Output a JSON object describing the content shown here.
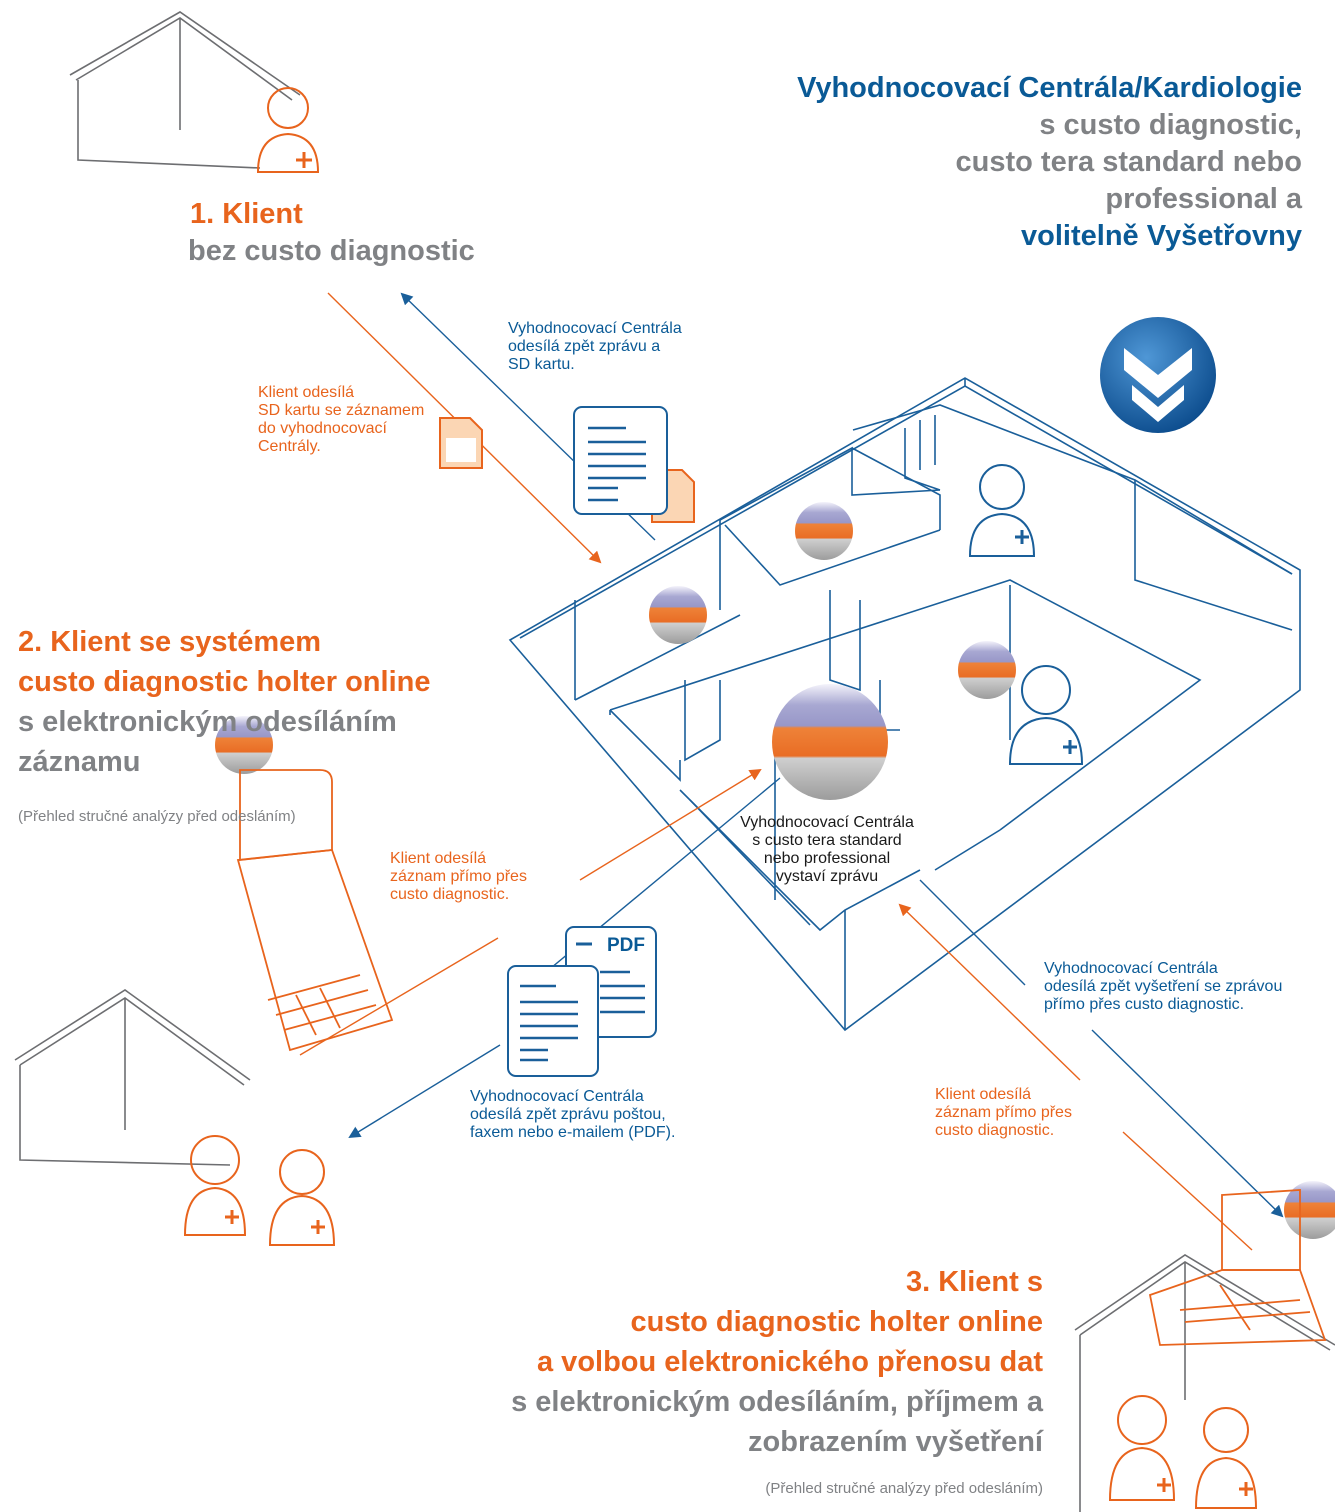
{
  "colors": {
    "orange": "#e8641d",
    "blue": "#0a5a96",
    "grey": "#808285",
    "light_orange": "#fbd6b4",
    "building_line": "#1a5f9a"
  },
  "icons": [
    "house-icon",
    "doctor-icon",
    "sd-card-icon",
    "document-icon",
    "pdf-document-icon",
    "laptop-icon",
    "custo-sphere-icon",
    "custo-logo-icon"
  ],
  "centrala": {
    "title": "Vyhodnocovací Centrála/Kardiologie",
    "line1": "s custo diagnostic,",
    "line2": "custo tera standard nebo",
    "line3": "professional a",
    "line4": "volitelně Vyšetřovny"
  },
  "client1": {
    "title": "1. Klient",
    "subtitle": "bez custo diagnostic"
  },
  "client2": {
    "title1": "2. Klient se systémem",
    "title2": "custo diagnostic holter online",
    "sub1": "s elektronickým odesíláním",
    "sub2": "záznamu",
    "note": "(Přehled stručné analýzy před odesláním)"
  },
  "client3": {
    "title1": "3. Klient s",
    "title2": "custo diagnostic holter online",
    "title3": "a volbou elektronického přenosu dat",
    "sub1": "s elektronickým odesíláním, příjmem a",
    "sub2": "zobrazením vyšetření",
    "note": "(Přehled stručné analýzy před odesláním)"
  },
  "labels": {
    "centrala_sends_sd": [
      "Vyhodnocovací Centrála",
      "odesílá zpět zprávu a",
      "SD kartu."
    ],
    "client_sends_sd": [
      "Klient odesílá",
      "SD kartu se záznamem",
      "do vyhodnocovací",
      "Centrály."
    ],
    "client_sends_direct_1": [
      "Klient odesílá",
      "záznam přímo přes",
      "custo diagnostic."
    ],
    "centrala_report": [
      "Vyhodnocovací Centrála",
      "s custo tera standard",
      "nebo professional",
      "vystaví zprávu"
    ],
    "centrala_sends_exam": [
      "Vyhodnocovací Centrála",
      "odesílá zpět vyšetření se zprávou",
      "přímo přes custo diagnostic."
    ],
    "centrala_sends_post": [
      "Vyhodnocovací Centrála",
      "odesílá zpět zprávu poštou,",
      "faxem nebo e-mailem (PDF)."
    ],
    "client_sends_direct_3": [
      "Klient odesílá",
      "záznam přímo přes",
      "custo diagnostic."
    ],
    "pdf": "PDF"
  }
}
